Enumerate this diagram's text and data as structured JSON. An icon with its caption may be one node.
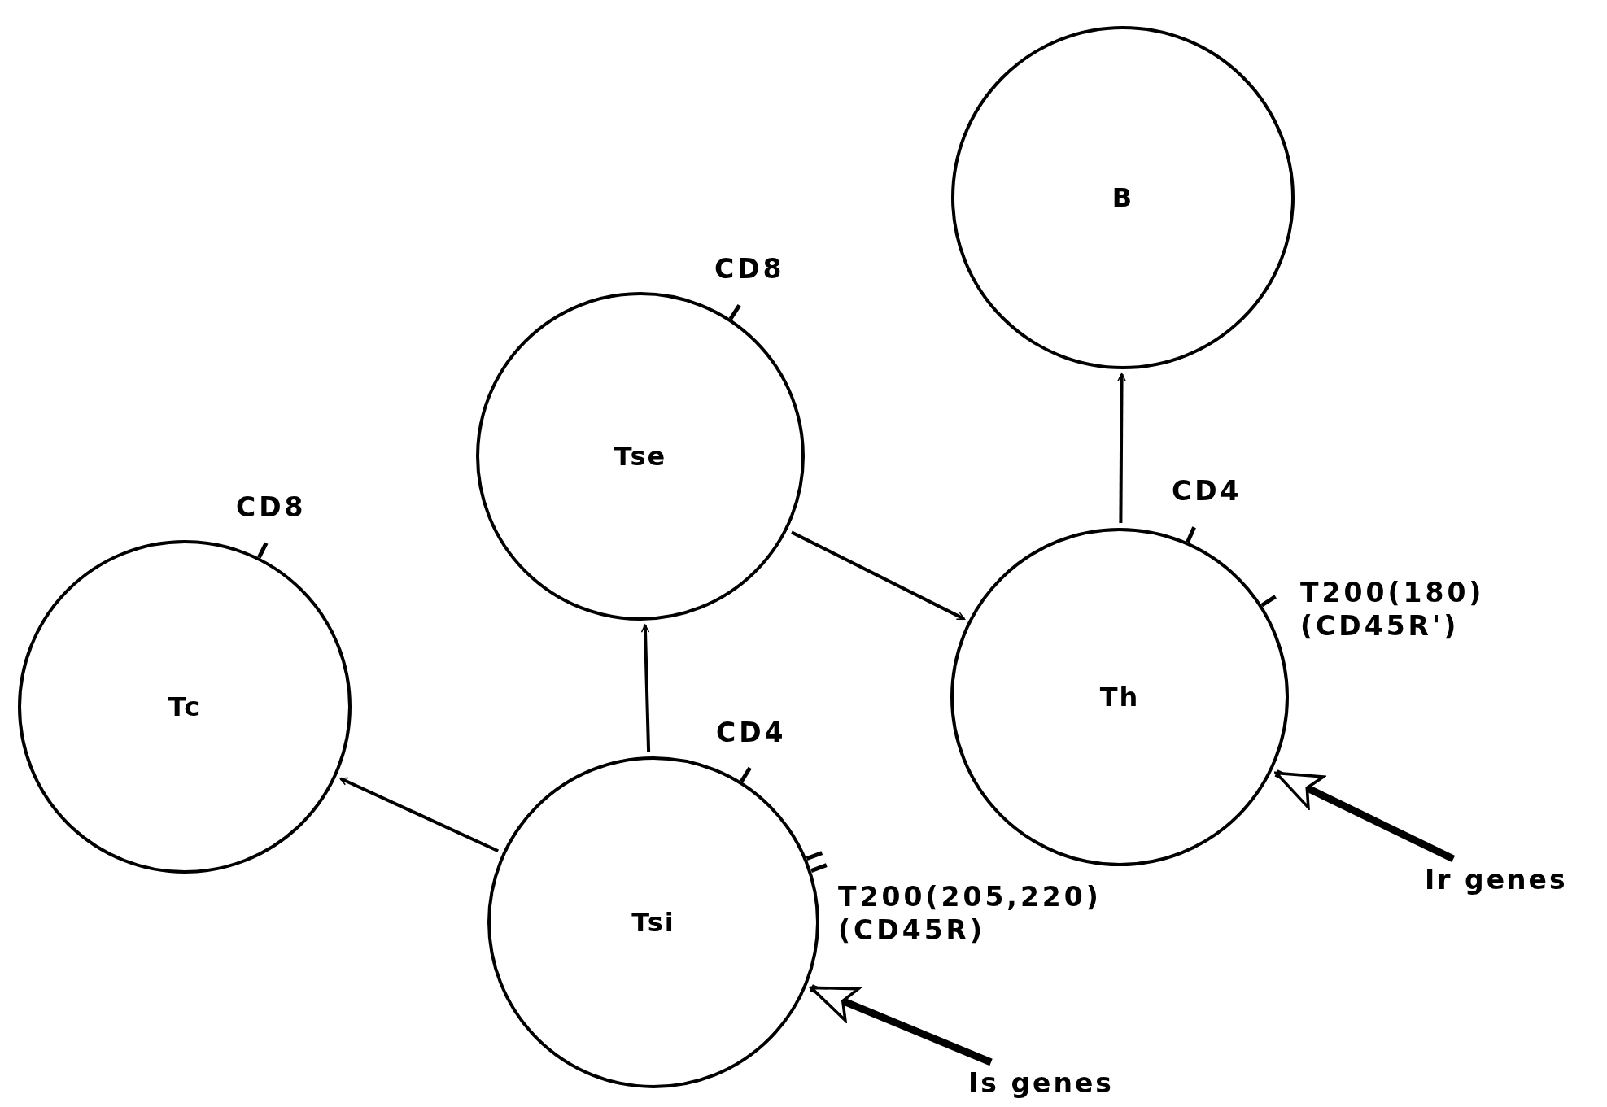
{
  "diagram": {
    "nodes": [
      {
        "text": [
          "B"
        ]
      },
      {
        "text": [
          "Tse"
        ],
        "beside": [
          "CD8"
        ]
      },
      {
        "text": [
          "Tc"
        ],
        "beside": [
          "CD8"
        ]
      },
      {
        "text": [
          "Th"
        ],
        "beside": [
          "CD4",
          "T200(180) (CD45R')"
        ]
      },
      {
        "text": [
          "Tsi"
        ],
        "beside": [
          "CD4",
          "T200(205,220) (CD45R)"
        ]
      },
      {
        "text": [
          "Ir genes"
        ]
      },
      {
        "text": [
          "Is genes"
        ]
      }
    ],
    "edges": [
      {
        "from": 4,
        "to": 1,
        "arrow": "to"
      },
      {
        "from": 4,
        "to": 2,
        "arrow": "to"
      },
      {
        "from": 1,
        "to": 3,
        "arrow": "to"
      },
      {
        "from": 3,
        "to": 0,
        "arrow": "to"
      },
      {
        "from": 5,
        "to": 3,
        "arrow": "to",
        "style": "thick"
      },
      {
        "from": 6,
        "to": 4,
        "arrow": "to",
        "style": "thick"
      }
    ]
  }
}
